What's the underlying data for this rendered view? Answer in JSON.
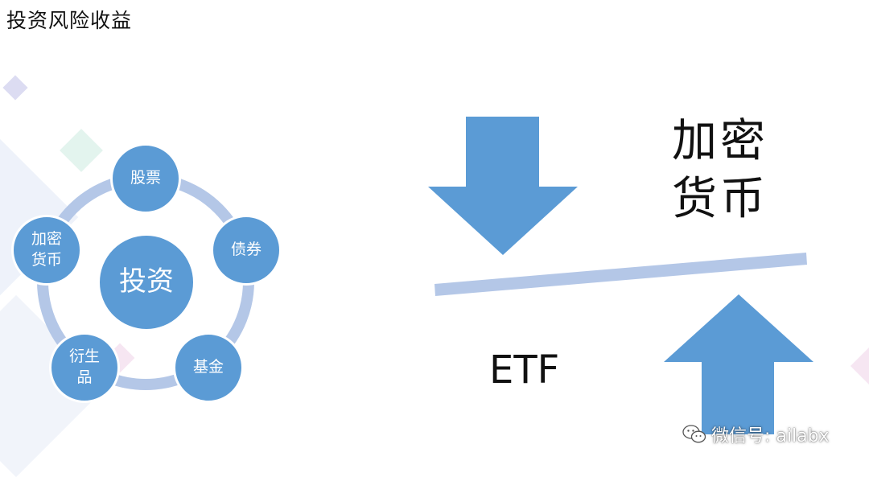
{
  "title": "投资风险收益",
  "cycle": {
    "center": "投资",
    "nodes": [
      "股票",
      "债券",
      "基金",
      "衍生\n品",
      "加密\n货币"
    ]
  },
  "balance": {
    "top_label": "加密\n货币",
    "bottom_label": "ETF"
  },
  "watermark": {
    "text": "微信号: ailabx",
    "icon": "wechat-icon"
  },
  "colors": {
    "node_fill": "#5b9bd5",
    "ring": "#b4c7e7",
    "arrow": "#5b9bd5",
    "beam": "#b4c7e7"
  }
}
